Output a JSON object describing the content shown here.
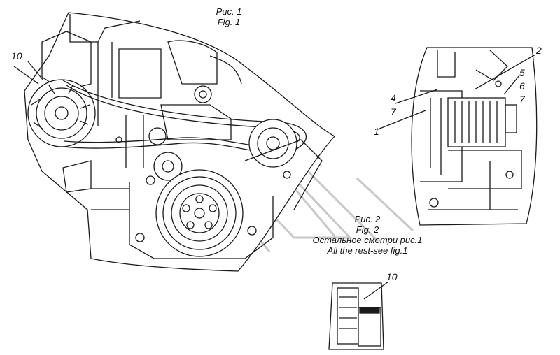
{
  "fig1": {
    "caption_ru": "Рис. 1",
    "caption_en": "Fig. 1",
    "callout_10": "10"
  },
  "fig2": {
    "caption_ru": "Рис. 2",
    "caption_en": "Fig. 2",
    "note_ru": "Остальное смотри рис.1",
    "note_en": "All the rest-see fig.1",
    "callouts": [
      "2",
      "5",
      "6",
      "7",
      "4",
      "7",
      "1"
    ]
  },
  "fig3": {
    "callout_10": "10"
  },
  "colors": {
    "line": "#1a1a1a",
    "fill": "#ffffff",
    "watermark": "#c8c8c8"
  }
}
